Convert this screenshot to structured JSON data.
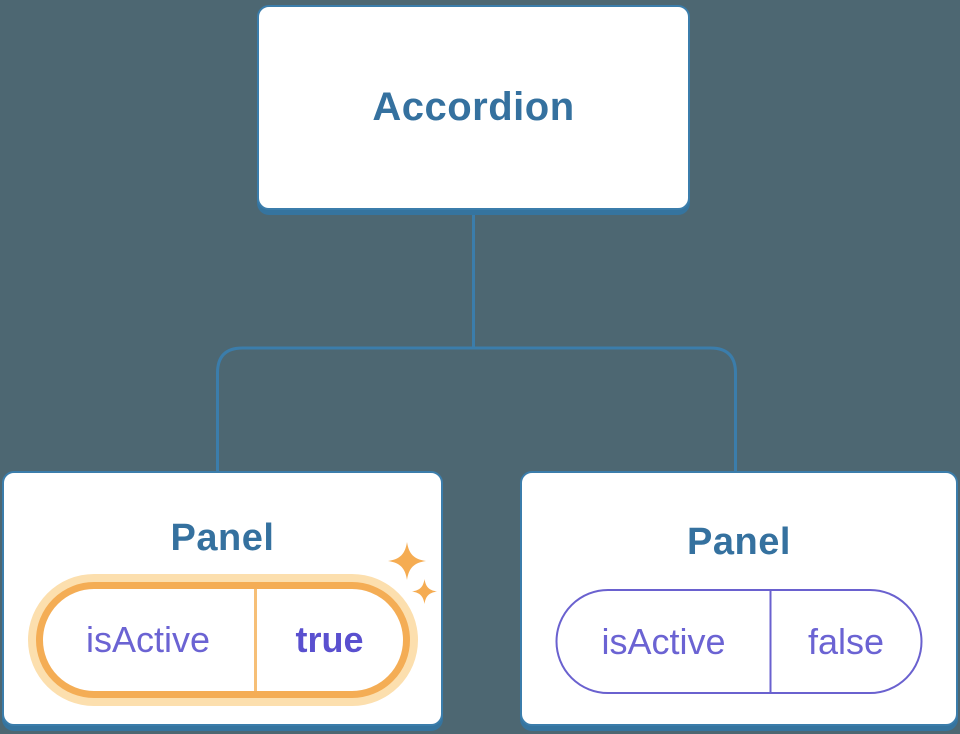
{
  "diagram": {
    "description": "Component tree diagram: Accordion parent with two Panel children showing isActive state",
    "root": {
      "label": "Accordion"
    },
    "panels": [
      {
        "title": "Panel",
        "prop": {
          "key": "isActive",
          "value": "true"
        },
        "active": true,
        "highlight": "sparkles"
      },
      {
        "title": "Panel",
        "prop": {
          "key": "isActive",
          "value": "false"
        },
        "active": false
      }
    ],
    "colors": {
      "background": "#4d6772",
      "node_fill": "#ffffff",
      "node_border": "#3b7dab",
      "node_shadow": "#35749f",
      "node_text": "#35719f",
      "connector": "#3b7dab",
      "active_ring": "#f4ad55",
      "active_glow": "#fcdfae",
      "active_divider": "#f6bf77",
      "prop_text": "#6b63d3",
      "prop_value_active": "#5a50cf",
      "inactive_border": "#6a61cf",
      "sparkle": "#f5ac52"
    }
  }
}
